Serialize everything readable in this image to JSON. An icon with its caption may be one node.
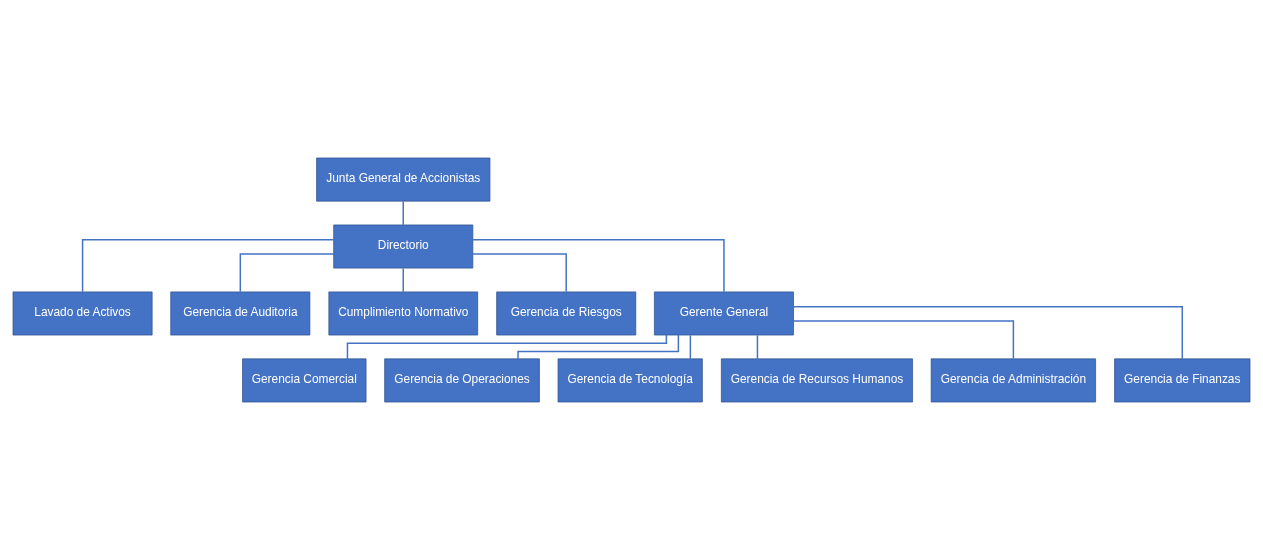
{
  "diagram": {
    "nodes": [
      {
        "text": [
          "Junta General de Accionistas"
        ]
      },
      {
        "text": [
          "Directorio"
        ]
      },
      {
        "text": [
          "Lavado de Activos"
        ]
      },
      {
        "text": [
          "Gerencia de Auditoria"
        ]
      },
      {
        "text": [
          "Cumplimiento Normativo"
        ]
      },
      {
        "text": [
          "Gerencia de Riesgos"
        ]
      },
      {
        "text": [
          "Gerente General"
        ]
      },
      {
        "text": [
          "Gerencia Comercial"
        ]
      },
      {
        "text": [
          "Gerencia de Operaciones"
        ]
      },
      {
        "text": [
          "Gerencia de Tecnología"
        ]
      },
      {
        "text": [
          "Gerencia de Recursos Humanos"
        ]
      },
      {
        "text": [
          "Gerencia de Administración"
        ]
      },
      {
        "text": [
          "Gerencia de Finanzas"
        ]
      }
    ],
    "edges": [
      {
        "from": 0,
        "to": 1,
        "arrow": "none"
      },
      {
        "from": 1,
        "to": 2,
        "arrow": "none"
      },
      {
        "from": 1,
        "to": 3,
        "arrow": "none"
      },
      {
        "from": 1,
        "to": 4,
        "arrow": "none"
      },
      {
        "from": 1,
        "to": 5,
        "arrow": "none"
      },
      {
        "from": 1,
        "to": 6,
        "arrow": "none"
      },
      {
        "from": 6,
        "to": 7,
        "arrow": "none"
      },
      {
        "from": 6,
        "to": 8,
        "arrow": "none"
      },
      {
        "from": 6,
        "to": 9,
        "arrow": "none"
      },
      {
        "from": 6,
        "to": 10,
        "arrow": "none"
      },
      {
        "from": 6,
        "to": 11,
        "arrow": "none"
      },
      {
        "from": 6,
        "to": 12,
        "arrow": "none"
      }
    ]
  }
}
